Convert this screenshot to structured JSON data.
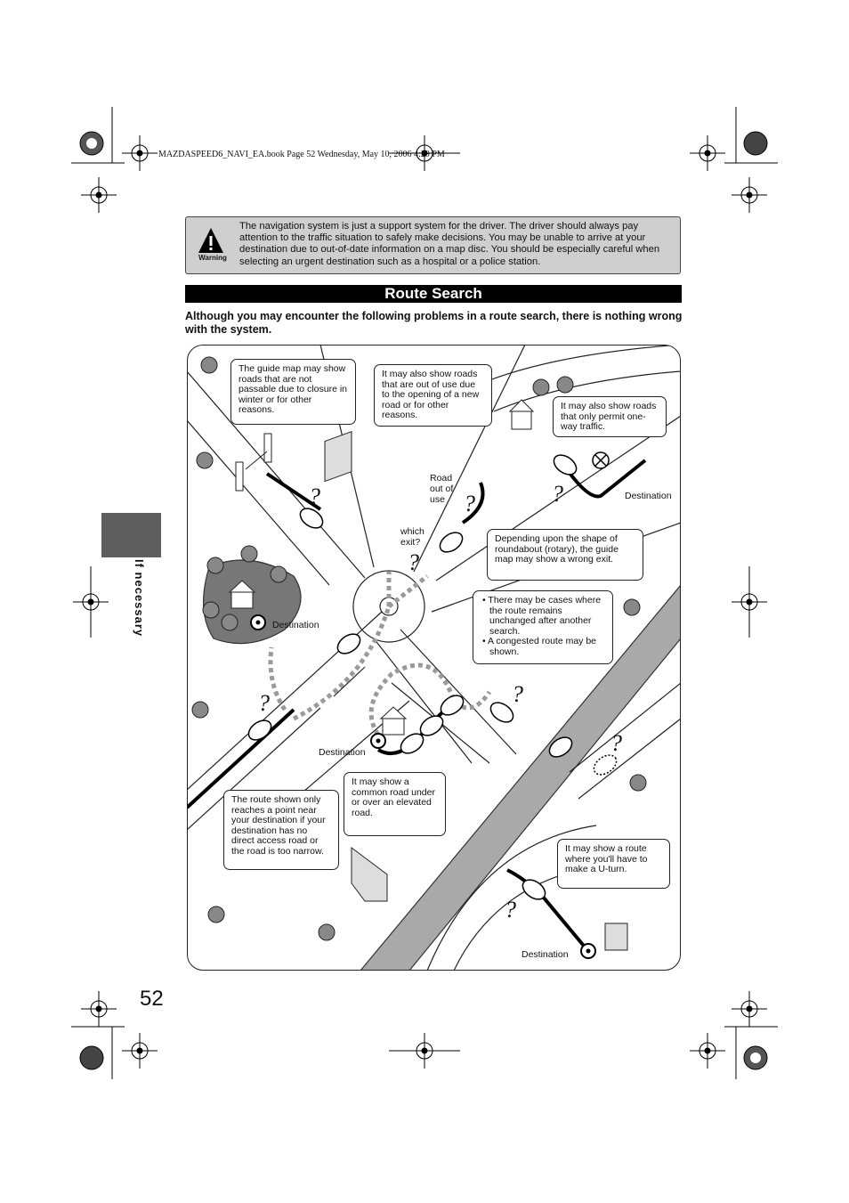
{
  "header": {
    "book_line": "MAZDASPEED6_NAVI_EA.book  Page 52  Wednesday, May 10, 2006  4:29 PM"
  },
  "warning": {
    "label": "Warning",
    "text": "The navigation system is just a support system for the driver. The driver should always pay attention to the traffic situation to safely make decisions. You may be unable to arrive at your destination due to out-of-date information on a map disc. You should be especially careful when selecting an urgent destination such as a hospital or a police station."
  },
  "section": {
    "title": "Route Search",
    "intro": "Although you may encounter the following problems in a route search, there is nothing wrong with the system."
  },
  "side_tab": {
    "label": "If necessary"
  },
  "page_number": "52",
  "illustration": {
    "callouts": {
      "closure": "The guide map may show roads that are not passable due to closure in winter or for other reasons.",
      "out_of_use": "It may also show roads that are out of use due to the opening of a new road or for other reasons.",
      "one_way": "It may also show roads that only permit one-way traffic.",
      "roundabout": "Depending upon the shape of roundabout (rotary), the guide map may show a wrong exit.",
      "unchanged_1": "There may be cases where the route remains unchanged after another search.",
      "unchanged_2": "A congested route may be shown.",
      "narrow": "The route shown only reaches a point near your destination if your destination has no direct access road or the road is too narrow.",
      "elevated": "It may show a common road under or over an elevated road.",
      "u_turn": "It may show a route where you'll have to make a U-turn."
    },
    "labels": {
      "road_out_of_use": "Road out of use",
      "which_exit": "which exit?",
      "destination": "Destination",
      "question": "?"
    }
  }
}
